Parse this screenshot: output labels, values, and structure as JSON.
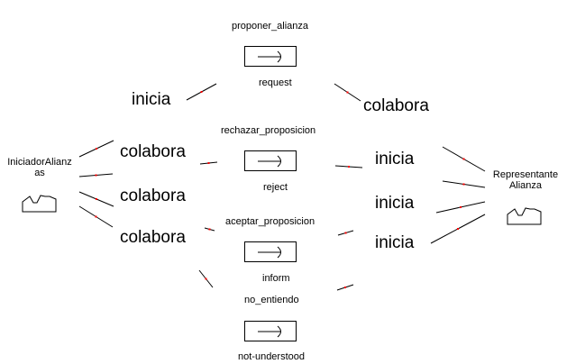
{
  "diagram": {
    "roles": {
      "left": {
        "label_line1": "IniciadorAlianz",
        "label_line2": "as",
        "icon": "agent-role-icon"
      },
      "right": {
        "label_line1": "Representante",
        "label_line2": "Alianza",
        "icon": "agent-role-icon"
      }
    },
    "interactions": [
      {
        "name": "proponer_alianza",
        "performative": "request",
        "icon": "arrow-right-icon"
      },
      {
        "name": "rechazar_proposicion",
        "performative": "reject",
        "icon": "arrow-right-icon"
      },
      {
        "name": "aceptar_proposicion",
        "performative": "inform",
        "icon": "arrow-right-icon"
      },
      {
        "name": "no_entiendo",
        "performative": "not-understood",
        "icon": "arrow-right-icon"
      }
    ],
    "relations": {
      "left": [
        "inicia",
        "colabora",
        "colabora",
        "colabora"
      ],
      "right": [
        "colabora",
        "inicia",
        "inicia",
        "inicia"
      ]
    },
    "colors": {
      "line": "#000000",
      "midpoint": "#ff0000"
    }
  }
}
